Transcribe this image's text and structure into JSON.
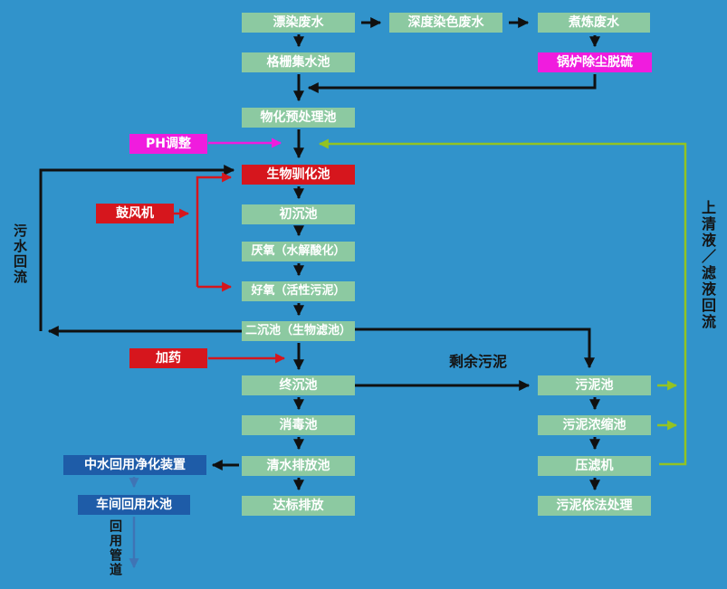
{
  "colors": {
    "background": "#3193CB",
    "node_green": "#8CC9A1",
    "node_red": "#D6161D",
    "node_magenta": "#F01CDE",
    "node_dark_blue": "#1E5CA8",
    "arrow_black": "#101010",
    "arrow_red": "#D6161D",
    "arrow_magenta": "#F01CDE",
    "arrow_green": "#93C322",
    "arrow_blue": "#3F74B5",
    "text_white": "#FFFFFF",
    "text_black": "#141414"
  },
  "boxes": {
    "bleach_dye": "漂染废水",
    "deep_dye": "深度染色废水",
    "boiling": "煮炼废水",
    "grid_collect": "格栅集水池",
    "boiler_desulfur": "锅炉除尘脱硫",
    "physchem_pretreat": "物化预处理池",
    "ph_adjust": "PH调整",
    "bio_acclimation": "生物驯化池",
    "blower": "鼓风机",
    "primary_sediment": "初沉池",
    "anaerobic": "厌氧（水解酸化）",
    "aerobic": "好氧（活性污泥）",
    "secondary_sediment": "二沉池（生物滤池）",
    "dosing": "加药",
    "final_sediment": "终沉池",
    "disinfection": "消毒池",
    "clearwater_discharge": "清水排放池",
    "standard_discharge": "达标排放",
    "sludge_pool": "污泥池",
    "sludge_thickener": "污泥浓缩池",
    "filter_press": "压滤机",
    "sludge_disposal": "污泥依法处理",
    "reuse_purifier": "中水回用净化装置",
    "workshop_reuse": "车间回用水池"
  },
  "labels": {
    "sewage_return": "污水回流",
    "surplus_sludge": "剩余污泥",
    "supernatant_return": "上清液／滤液回流",
    "reuse_pipeline": "回用管道"
  }
}
